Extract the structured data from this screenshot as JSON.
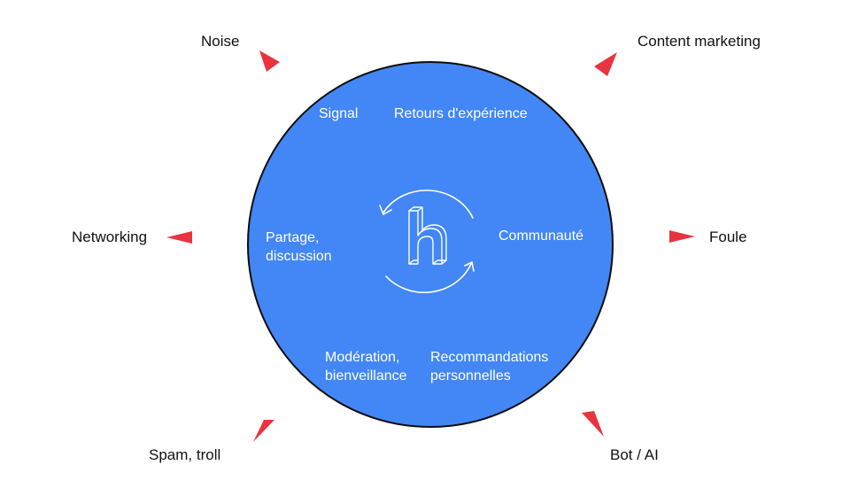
{
  "diagram": {
    "center_logo": {
      "icon": "h-letter-logo-icon",
      "cycle_icon": "circular-arrows-icon"
    },
    "inner_labels": {
      "signal": "Signal",
      "retours": "Retours d'expérience",
      "partage": "Partage,\ndiscussion",
      "communaute": "Communauté",
      "moderation": "Modération,\nbienveillance",
      "recommandations": "Recommandations\npersonnelles"
    },
    "outer_labels": {
      "noise": "Noise",
      "content_marketing": "Content marketing",
      "networking": "Networking",
      "foule": "Foule",
      "spam": "Spam, troll",
      "bot": "Bot / AI"
    },
    "colors": {
      "circle_fill": "#4287f5",
      "circle_stroke": "#0d0d0d",
      "arrow_red": "#e8343f",
      "inner_text": "#ffffff",
      "outer_text": "#111111"
    }
  }
}
